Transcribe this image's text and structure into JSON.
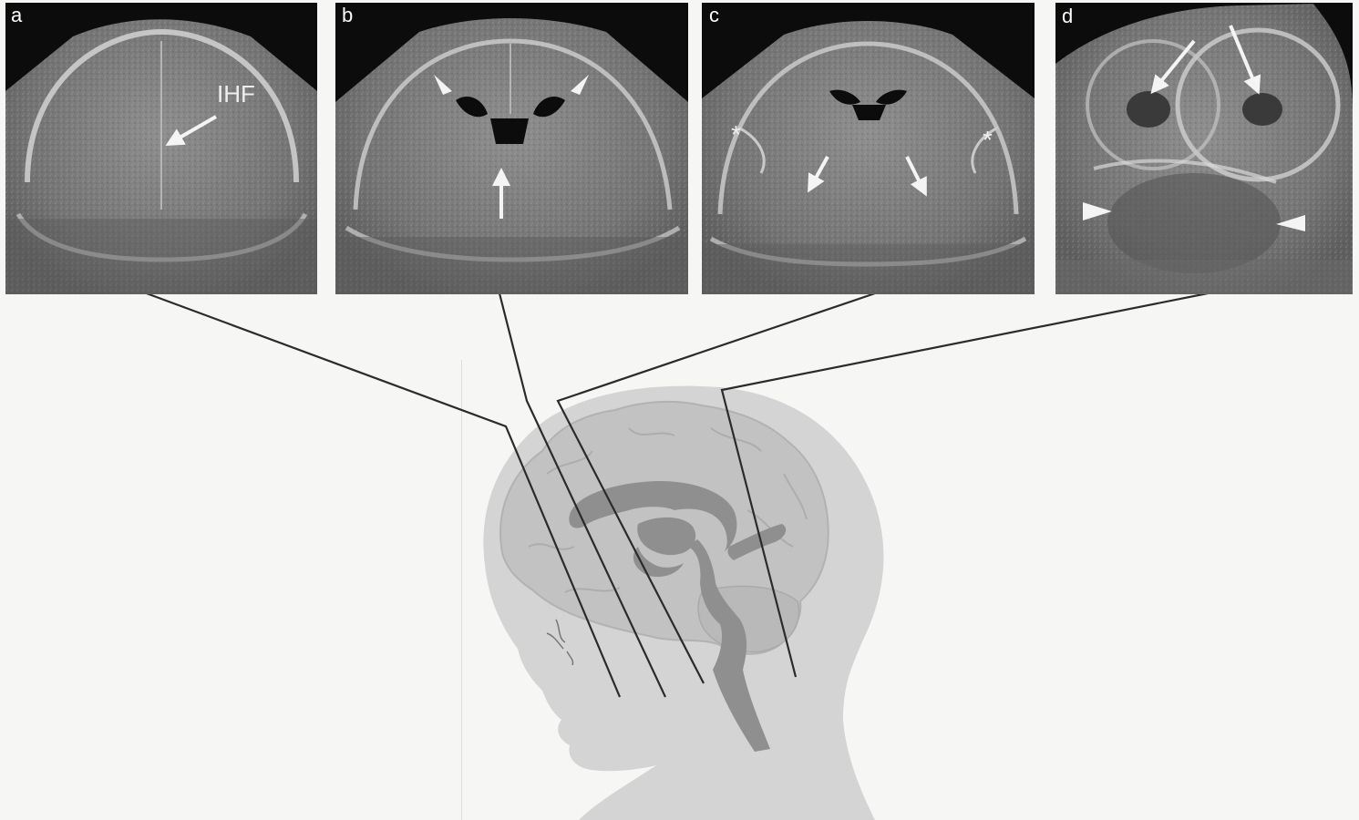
{
  "figure": {
    "panels": [
      {
        "id": "a",
        "label": "a",
        "annotations": [
          "IHF"
        ]
      },
      {
        "id": "b",
        "label": "b",
        "annotations": []
      },
      {
        "id": "c",
        "label": "c",
        "annotations": [
          "*",
          "*"
        ]
      },
      {
        "id": "d",
        "label": "d",
        "annotations": []
      }
    ]
  },
  "colors": {
    "background": "#f6f6f5",
    "head_silhouette": "#d4d4d4",
    "brain": "#c2c2c2",
    "ventricles": "#8f8f8f",
    "guide_lines": "#2b2b2b",
    "ultrasound_tissue": "#7d7d7d",
    "ultrasound_dark": "#0c0c0c"
  }
}
